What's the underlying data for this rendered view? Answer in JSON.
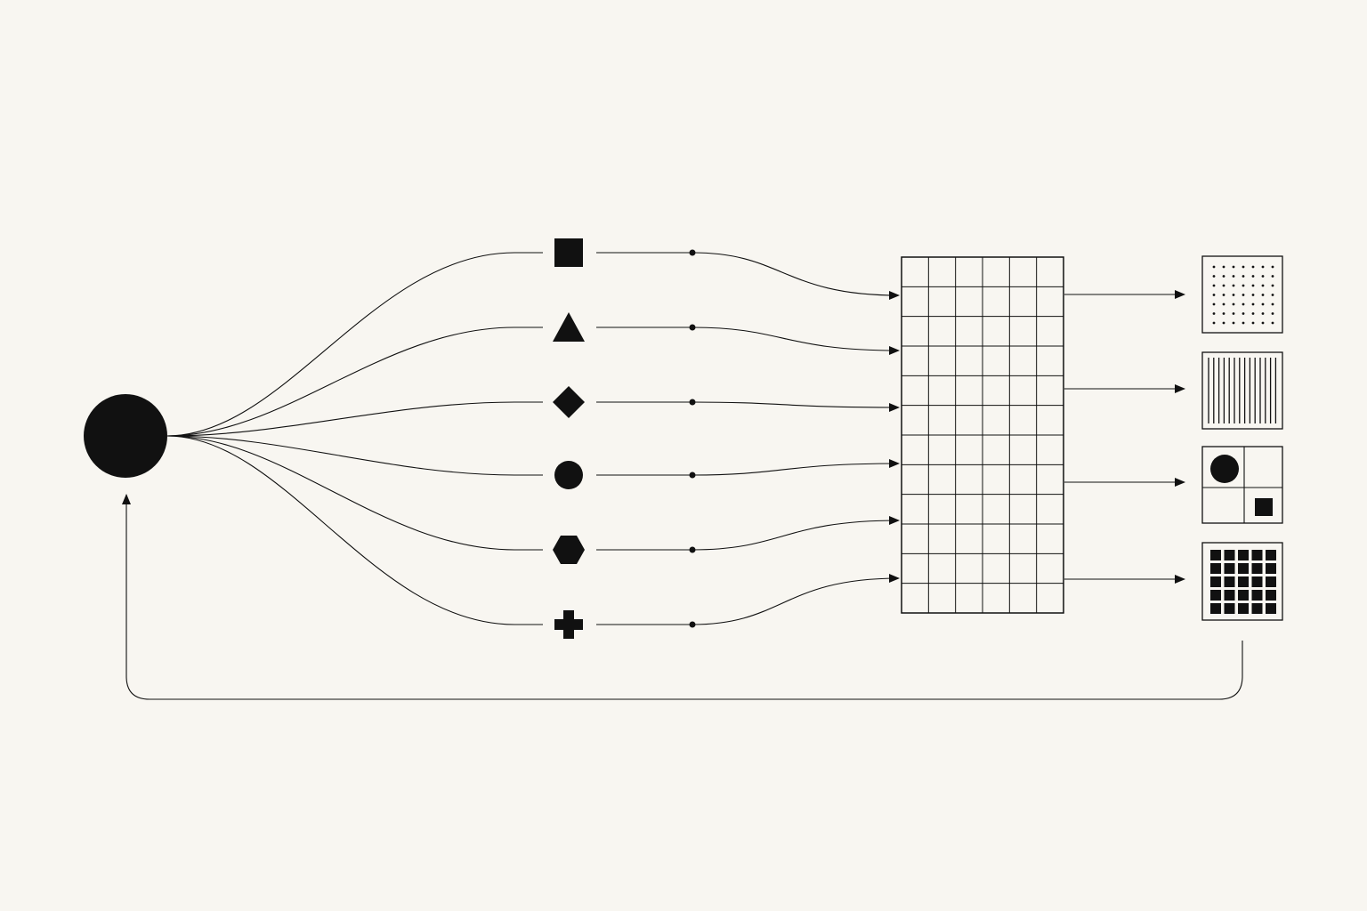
{
  "colors": {
    "background": "#f8f6f1",
    "ink": "#111111"
  },
  "diagram": {
    "source_node": {
      "shape": "filled-circle"
    },
    "branches": [
      {
        "shape": "square"
      },
      {
        "shape": "triangle"
      },
      {
        "shape": "diamond"
      },
      {
        "shape": "circle"
      },
      {
        "shape": "hexagon"
      },
      {
        "shape": "cross"
      }
    ],
    "matrix": {
      "columns": 6,
      "rows": 12
    },
    "outputs": [
      {
        "pattern": "dot-grid"
      },
      {
        "pattern": "vertical-lines"
      },
      {
        "pattern": "quadrants-circle-square"
      },
      {
        "pattern": "block-grid"
      }
    ],
    "feedback_loop": {
      "from": "outputs",
      "to": "source_node"
    }
  }
}
